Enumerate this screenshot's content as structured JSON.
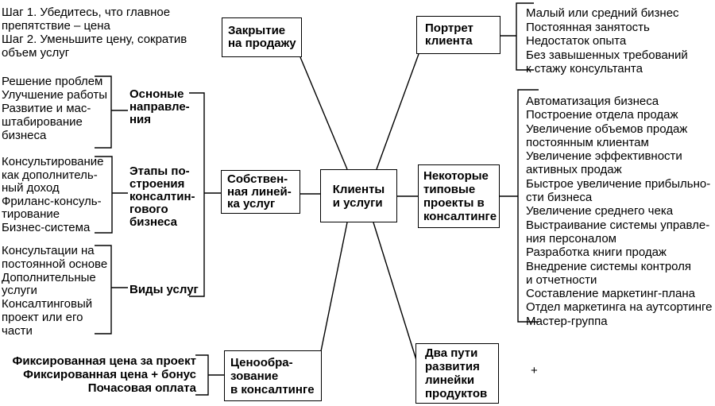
{
  "canvas": {
    "background_color": "#ffffff",
    "ink_color": "#000000"
  },
  "center_box": {
    "label": "Клиенты\nи услуги"
  },
  "boxes": {
    "closing_sale": "Закрытие\nна продажу",
    "own_service_line": "Собствен-\nная линей-\nка услуг",
    "client_portrait": "Портрет\nклиента",
    "typical_projects": "Некоторые\nтиповые\nпроекты в\nконсалтинге",
    "two_ways": "Два пути\nразвития\nлинейки\nпродуктов",
    "pricing": "Ценообра-\nзование\nв консалтинге"
  },
  "left_column": {
    "steps_note": "Шаг 1. Убедитесь, что главное\nпрепятствие – цена\nШаг 2. Уменьшите цену, сократив\nобъем услуг",
    "labels": {
      "main_directions": "Осноные\nнаправле-\nния",
      "building_stages": "Этапы по-\nстроения\nконсалтин-\nгового\nбизнеса",
      "service_types": "Виды услуг"
    },
    "lists": {
      "main_directions": "Решение проблем\nУлучшение работы\nРазвитие и мас-\nштабирование\nбизнеса",
      "building_stages": "Консультирование\nкак дополнитель-\nный доход\nФриланс-консуль-\nтирование\nБизнес-система",
      "service_types": "Консультации на\nпостоянной основе\nДополнительные\nуслуги\nКонсалтинговый\nпроект или его\nчасти",
      "pricing": "Фиксированная цена за проект\nФиксированная цена + бонус\nПочасовая оплата"
    }
  },
  "right_column": {
    "client_portrait_list": "Малый или средний бизнес\nПостоянная занятость\nНедостаток опыта\nБез завышенных требований\nк стажу консультанта",
    "typical_projects_list": "Автоматизация бизнеса\nПостроение отдела продаж\nУвеличение объемов продаж\nпостоянным клиентам\nУвеличение эффективности\nактивных продаж\nБыстрое увеличение прибыльно-\nсти бизнеса\nУвеличение среднего чека\nВыстраивание системы управле-\nния персоналом\nРазработка книги продаж\nВнедрение системы контроля\nи отчетности\nСоставление маркетинг-плана\nОтдел маркетинга на аутсортинге\nМастер-группа",
    "plus_sign": "+"
  }
}
